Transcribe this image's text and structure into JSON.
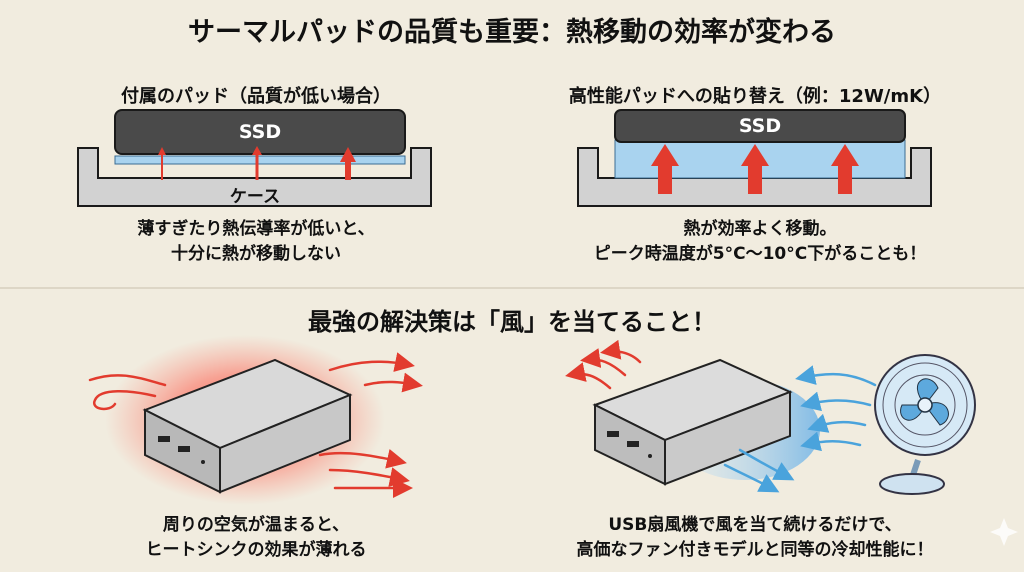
{
  "title": "サーマルパッドの品質も重要：熱移動の効率が変わる",
  "left_panel": {
    "heading": "付属のパッド（品質が低い場合）",
    "ssd_label": "SSD",
    "case_label": "ケース",
    "caption_line1": "薄すぎたり熱伝導率が低いと、",
    "caption_line2": "十分に熱が移動しない"
  },
  "right_panel": {
    "heading": "高性能パッドへの貼り替え（例：12W/mK）",
    "ssd_label": "SSD",
    "caption_line1": "熱が効率よく移動。",
    "caption_line2": "ピーク時温度が5°C〜10°C下がることも！"
  },
  "section2_title": "最強の解決策は「風」を当てること！",
  "bottom_left": {
    "caption_line1": "周りの空気が温まると、",
    "caption_line2": "ヒートシンクの効果が薄れる"
  },
  "bottom_right": {
    "caption_line1": "USB扇風機で風を当て続けるだけで、",
    "caption_line2": "高価なファン付きモデルと同等の冷却性能に！"
  },
  "colors": {
    "background": "#f1ecdf",
    "heat_red": "#e23b2e",
    "cool_blue": "#4aa3dc",
    "ssd_dark": "#4a4a4a",
    "pad_blue": "#a9d3ef"
  },
  "icons": [
    "heat-arrow-icon",
    "fan-icon",
    "wind-arrow-icon",
    "enclosure-icon"
  ]
}
